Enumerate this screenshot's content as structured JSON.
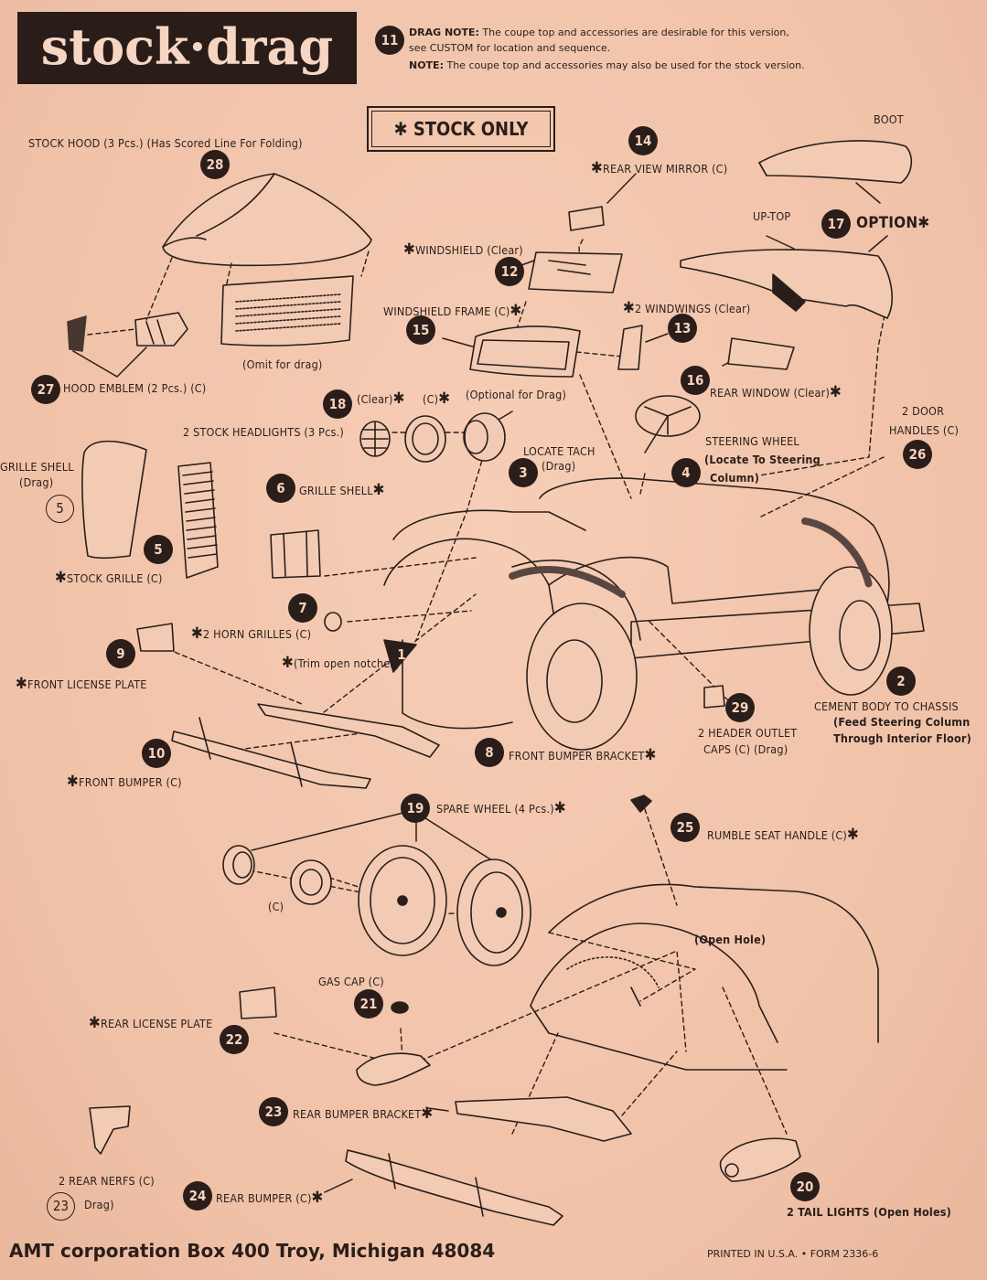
{
  "header": {
    "logo": "stock·drag",
    "step_badge": "11",
    "drag_note_label": "DRAG NOTE:",
    "drag_note_text": "The coupe top and accessories are desirable for this version,",
    "drag_note_text2": "see CUSTOM for location and sequence.",
    "note_label": "NOTE:",
    "note_text": "The coupe top and accessories may also be used for the stock version."
  },
  "stock_only": "✱ STOCK ONLY",
  "labels": {
    "stock_hood": "STOCK HOOD (3 Pcs.) (Has Scored Line For Folding)",
    "boot": "BOOT",
    "rear_view_mirror": "REAR VIEW MIRROR (C)",
    "windshield": "WINDSHIELD (Clear)",
    "up_top": "UP-TOP",
    "option": "OPTION",
    "windshield_frame": "WINDSHIELD FRAME (C)",
    "windwings": "2 WINDWINGS (Clear)",
    "omit_for_drag": "(Omit for drag)",
    "hood_emblem": "HOOD EMBLEM (2 Pcs.) (C)",
    "rear_window": "REAR WINDOW (Clear)",
    "clear": "(Clear)",
    "c": "(C)",
    "optional_for_drag": "(Optional for Drag)",
    "stock_headlights": "2 STOCK HEADLIGHTS (3 Pcs.)",
    "door_handles_1": "2 DOOR",
    "door_handles_2": "HANDLES (C)",
    "locate_tach": "LOCATE TACH",
    "drag": "(Drag)",
    "steering_wheel": "STEERING WHEEL",
    "steering_wheel_2": "(Locate To Steering",
    "steering_wheel_3": "Column)",
    "grille_shell_drag_1": "GRILLE SHELL",
    "grille_shell_drag_2": "(Drag)",
    "grille_shell": "GRILLE SHELL",
    "stock_grille": "STOCK GRILLE (C)",
    "horn_grilles": "2 HORN GRILLES (C)",
    "trim_notches": "(Trim open notches)",
    "front_license_plate": "FRONT LICENSE PLATE",
    "cement_body_1": "CEMENT BODY TO CHASSIS",
    "cement_body_2": "(Feed Steering Column",
    "cement_body_3": "Through Interior Floor)",
    "header_caps_1": "2 HEADER OUTLET",
    "header_caps_2": "CAPS (C) (Drag)",
    "front_bumper_bracket": "FRONT BUMPER BRACKET",
    "front_bumper": "FRONT BUMPER (C)",
    "spare_wheel": "SPARE WHEEL (4 Pcs.)",
    "rumble_seat_handle": "RUMBLE SEAT HANDLE (C)",
    "c2": "(C)",
    "open_hole": "(Open Hole)",
    "gas_cap": "GAS CAP (C)",
    "rear_license_plate": "REAR LICENSE PLATE",
    "rear_bumper_bracket": "REAR BUMPER BRACKET",
    "rear_nerfs": "2 REAR NERFS (C)",
    "rear_nerfs_drag": "Drag)",
    "rear_bumper": "REAR BUMPER (C)",
    "tail_lights": "2 TAIL LIGHTS (Open Holes)"
  },
  "badges": [
    "28",
    "14",
    "17",
    "12",
    "15",
    "13",
    "27",
    "16",
    "18",
    "26",
    "3",
    "4",
    "5",
    "6",
    "7",
    "2",
    "9",
    "1",
    "29",
    "8",
    "10",
    "19",
    "25",
    "21",
    "22",
    "23",
    "20",
    "24",
    "5",
    "23"
  ],
  "footer": {
    "company": "AMT corporation Box 400 Troy, Michigan 48084",
    "printed": "PRINTED IN U.S.A.  •  FORM 2336-6"
  }
}
